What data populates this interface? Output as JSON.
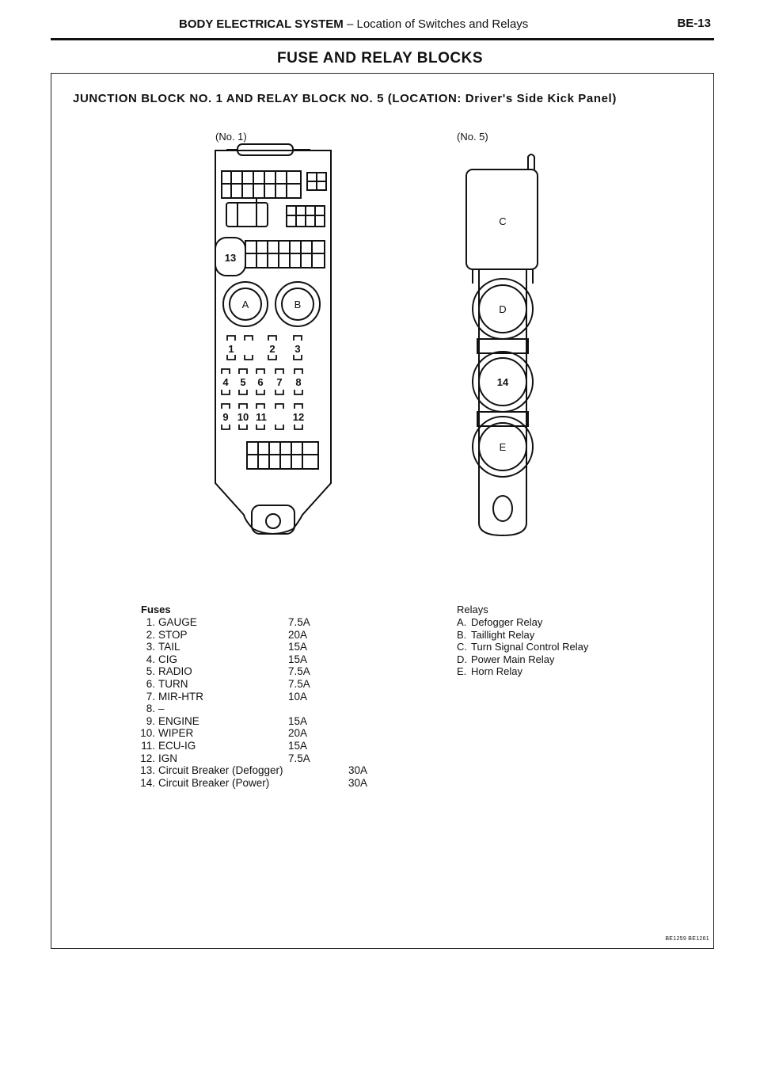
{
  "header": {
    "section": "BODY ELECTRICAL SYSTEM",
    "subsection": "– Location of Switches and Relays",
    "page_number": "BE-13"
  },
  "title": "FUSE AND RELAY BLOCKS",
  "block_heading": {
    "main": "JUNCTION BLOCK NO. 1 AND RELAY BLOCK NO. 5 (LOCATION:",
    "location": "Driver's Side Kick Panel)"
  },
  "diagram_no1": {
    "label": "(No. 1)",
    "breaker_label": "13",
    "relay_labels": [
      "A",
      "B"
    ],
    "fuse_numbers": [
      "1",
      "2",
      "3",
      "4",
      "5",
      "6",
      "7",
      "8",
      "9",
      "10",
      "11",
      "12"
    ]
  },
  "diagram_no5": {
    "label": "(No. 5)",
    "relay_labels": [
      "C",
      "D",
      "14",
      "E"
    ]
  },
  "fuses": {
    "title": "Fuses",
    "items": [
      {
        "num": "1.",
        "name": "GAUGE",
        "amp": "7.5A"
      },
      {
        "num": "2.",
        "name": "STOP",
        "amp": "20A"
      },
      {
        "num": "3.",
        "name": "TAIL",
        "amp": "15A"
      },
      {
        "num": "4.",
        "name": "CIG",
        "amp": "15A"
      },
      {
        "num": "5.",
        "name": "RADIO",
        "amp": "7.5A"
      },
      {
        "num": "6.",
        "name": "TURN",
        "amp": "7.5A"
      },
      {
        "num": "7.",
        "name": "MIR-HTR",
        "amp": "10A"
      },
      {
        "num": "8.",
        "name": "–",
        "amp": ""
      },
      {
        "num": "9.",
        "name": "ENGINE",
        "amp": "15A"
      },
      {
        "num": "10.",
        "name": "WIPER",
        "amp": "20A"
      },
      {
        "num": "11.",
        "name": "ECU-IG",
        "amp": "15A"
      },
      {
        "num": "12.",
        "name": "IGN",
        "amp": "7.5A"
      },
      {
        "num": "13.",
        "name": "Circuit Breaker (Defogger)",
        "amp": "30A"
      },
      {
        "num": "14.",
        "name": "Circuit Breaker (Power)",
        "amp": "30A"
      }
    ]
  },
  "relays": {
    "title": "Relays",
    "items": [
      {
        "letter": "A.",
        "name": "Defogger Relay"
      },
      {
        "letter": "B.",
        "name": "Taillight Relay"
      },
      {
        "letter": "C.",
        "name": "Turn Signal Control Relay"
      },
      {
        "letter": "D.",
        "name": "Power Main Relay"
      },
      {
        "letter": "E.",
        "name": "Horn Relay"
      }
    ]
  },
  "footer_code": "BE1259 BE1261"
}
